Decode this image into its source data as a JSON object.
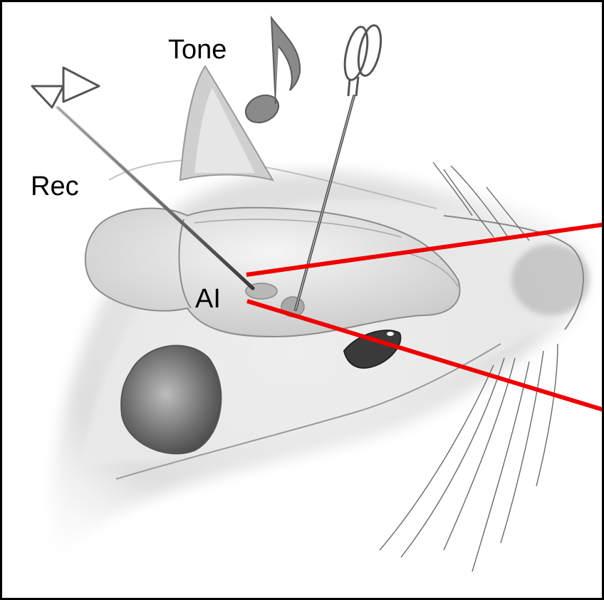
{
  "labels": {
    "tone": "Tone",
    "rec": "Rec",
    "ai": "AI"
  },
  "colors": {
    "projection_lines": "#ee0000",
    "frame": "#000000"
  },
  "icons": {
    "sound": "music-note-icon",
    "recording": "amplifier-triangle-icon",
    "stimulation": "electrode-coil-icon"
  }
}
